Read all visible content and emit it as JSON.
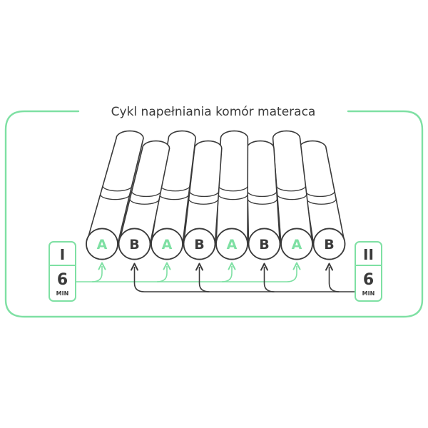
{
  "title": "Cykl napełniania komór materaca",
  "colors": {
    "accent": "#7ee0a3",
    "dark": "#3a3a3a",
    "background": "#ffffff"
  },
  "cells": [
    {
      "label": "A",
      "group": "A"
    },
    {
      "label": "B",
      "group": "B"
    },
    {
      "label": "A",
      "group": "A"
    },
    {
      "label": "B",
      "group": "B"
    },
    {
      "label": "A",
      "group": "A"
    },
    {
      "label": "B",
      "group": "B"
    },
    {
      "label": "A",
      "group": "A"
    },
    {
      "label": "B",
      "group": "B"
    }
  ],
  "cycle_left": {
    "phase": "I",
    "duration": "6",
    "unit": "MIN",
    "group": "A"
  },
  "cycle_right": {
    "phase": "II",
    "duration": "6",
    "unit": "MIN",
    "group": "B"
  }
}
